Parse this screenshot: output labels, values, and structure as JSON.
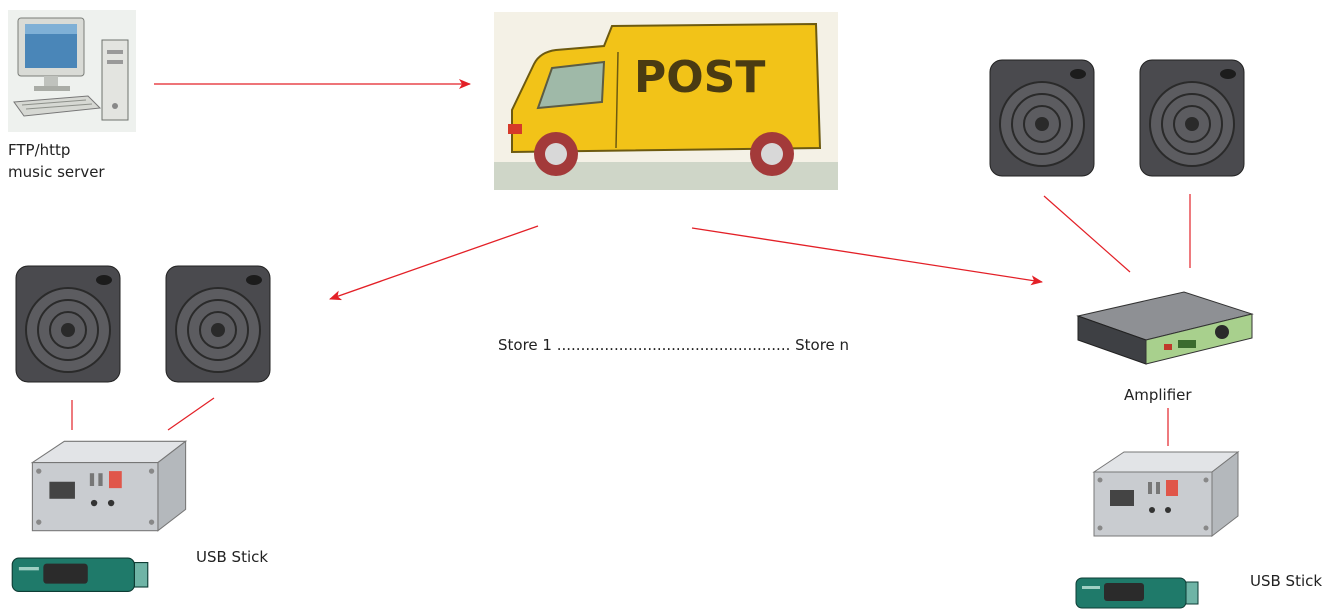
{
  "labels": {
    "server_line1": "FTP/http",
    "server_line2": "music server",
    "stores": "Store 1 ................................................. Store n",
    "amplifier": "Amplifier",
    "usb_left": "USB Stick",
    "usb_right": "USB Stick"
  },
  "van": {
    "text": "POST"
  },
  "colors": {
    "arrow": "#e32027",
    "line": "#e32027",
    "van_body": "#f2c318",
    "speaker": "#4a4a4e",
    "player": "#c9ccd0",
    "usb": "#1f7a6a",
    "amp_panel": "#a8d08d"
  }
}
